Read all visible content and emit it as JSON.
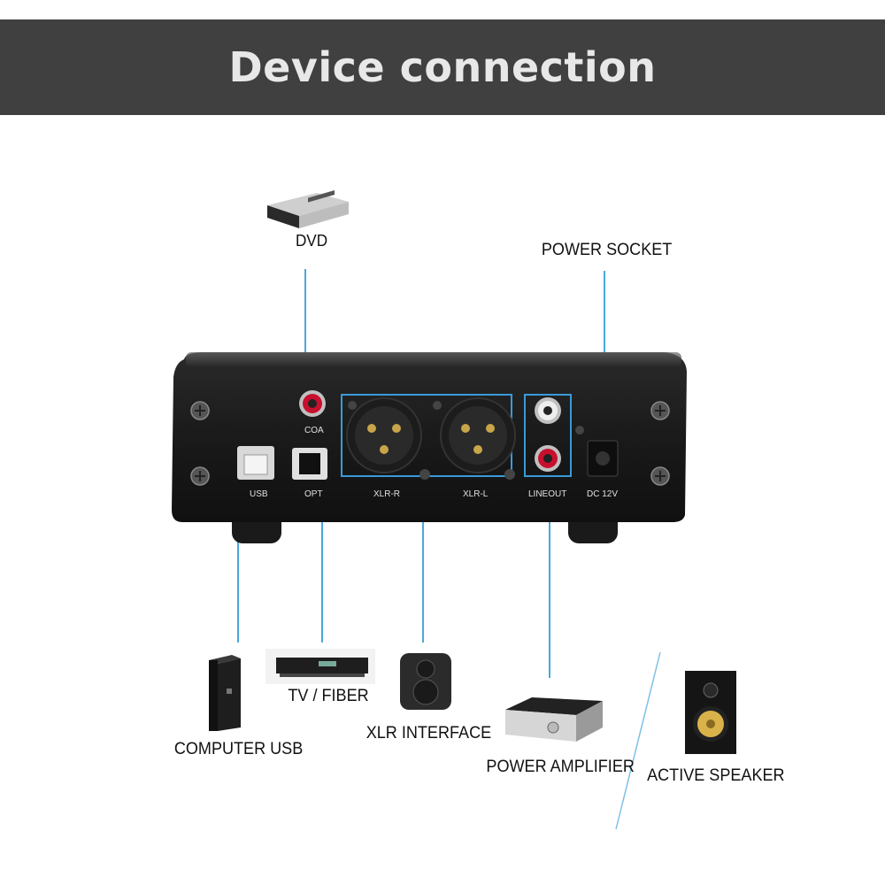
{
  "title": "Device connection",
  "colors": {
    "header_bg": "#404040",
    "header_text": "#e8e8e8",
    "connector_line": "#4aa8dc",
    "highlight_box": "#3a9ad9",
    "rca_red": "#c8102e",
    "rca_white": "#eeeeee"
  },
  "panel": {
    "ports": {
      "coa": "COA",
      "usb": "USB",
      "opt": "OPT",
      "xlr_r": "XLR-R",
      "xlr_l": "XLR-L",
      "lineout": "LINEOUT",
      "dc": "DC 12V"
    }
  },
  "devices": {
    "dvd": "DVD",
    "power_socket": "POWER SOCKET",
    "computer_usb": "COMPUTER USB",
    "tv_fiber": "TV / FIBER",
    "xlr_interface": "XLR INTERFACE",
    "power_amplifier": "POWER AMPLIFIER",
    "active_speaker": "ACTIVE SPEAKER"
  },
  "icons": [
    "dvd-player-icon",
    "computer-tower-icon",
    "tv-box-icon",
    "studio-monitor-icon",
    "amplifier-icon",
    "bookshelf-speaker-icon"
  ]
}
